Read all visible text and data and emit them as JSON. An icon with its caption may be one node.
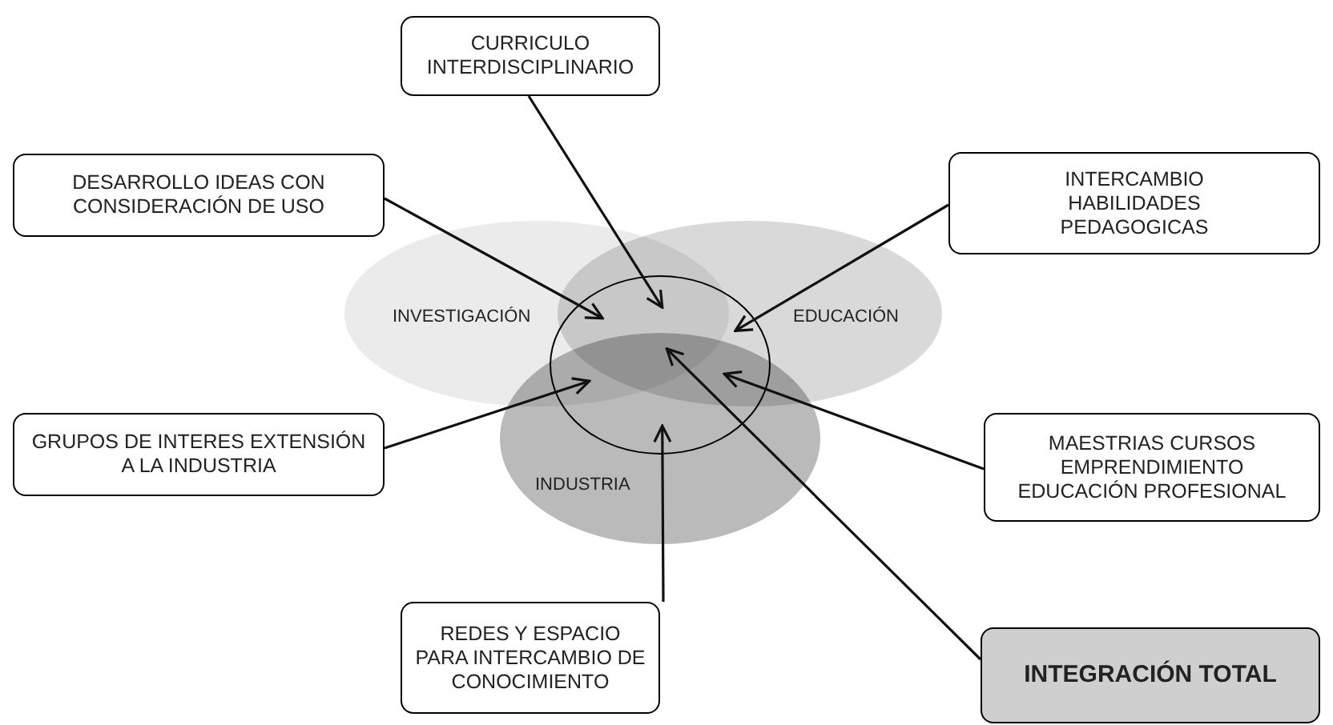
{
  "diagram": {
    "nodes": [
      {
        "text": [
          "CURRICULO INTERDISCIPLINARIO"
        ]
      },
      {
        "text": [
          "DESARROLLO IDEAS CON CONSIDERACIÓN DE USO"
        ]
      },
      {
        "text": [
          "INTERCAMBIO HABILIDADES PEDAGOGICAS"
        ]
      },
      {
        "text": [],
        "shape": "circle"
      },
      {
        "text": [
          "GRUPOS DE INTERES EXTENSIÓN A LA INDUSTRIA"
        ]
      },
      {
        "text": [
          "MAESTRIAS CURSOS EMPRENDIMIENTO EDUCACIÓN PROFESIONAL"
        ]
      },
      {
        "text": [
          "REDES Y ESPACIO PARA INTERCAMBIO DE CONOCIMIENTO"
        ]
      },
      {
        "text": [
          "INTEGRACIÓN TOTAL"
        ]
      }
    ],
    "edges": [
      {
        "from": 0,
        "to": 3,
        "arrow": "to"
      },
      {
        "from": 1,
        "to": 3,
        "arrow": "to"
      },
      {
        "from": 2,
        "to": 3,
        "arrow": "to"
      },
      {
        "from": 4,
        "to": 3,
        "arrow": "to"
      },
      {
        "from": 5,
        "to": 3,
        "arrow": "to"
      },
      {
        "from": 6,
        "to": 3,
        "arrow": "to"
      },
      {
        "from": 7,
        "to": 3,
        "arrow": "to"
      }
    ],
    "labels": [
      "INVESTIGACIÓN",
      "EDUCACIÓN",
      "INDUSTRIA"
    ]
  }
}
